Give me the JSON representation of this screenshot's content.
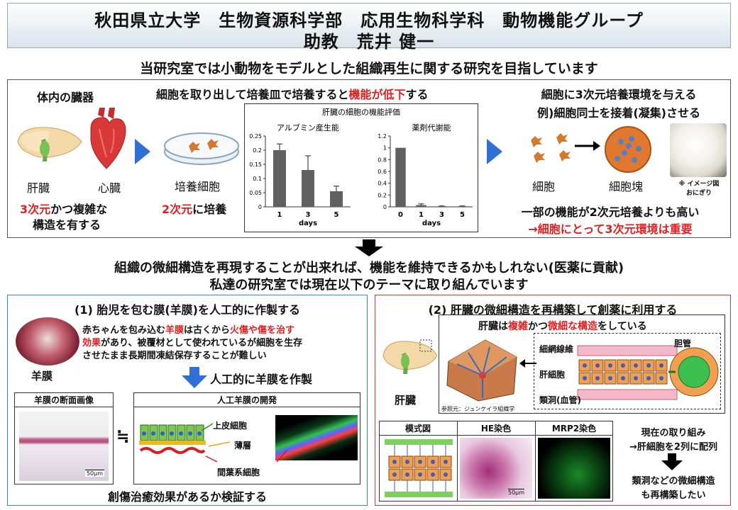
{
  "header": {
    "line1": "秋田県立大学　生物資源科学部　応用生物科学科　動物機能グループ",
    "line2": "助教　荒井 健一"
  },
  "intro": "当研究室では小動物をモデルとした組織再生に関する研究を目指しています",
  "top": {
    "organs_title": "体内の臓器",
    "liver": "肝臓",
    "heart": "心臓",
    "three_d_a": "3次元",
    "three_d_b": "かつ複雑な",
    "three_d_c": "構造を有する",
    "culture_a": "細胞を取り出して培養皿で培養すると",
    "culture_b": "機能が低下",
    "culture_c": "する",
    "cultured_cells": "培養細胞",
    "two_d_a": "2次元",
    "two_d_b": "に培養",
    "right_1": "細胞に3次元培養環境を与える",
    "right_2": "例)細胞同士を接着(凝集)させる",
    "cell": "細胞",
    "cell_mass": "細胞塊",
    "image_note_1": "※ イメージ図",
    "image_note_2": "おにぎり",
    "conclusion_1": "一部の機能が2次元培養よりも高い",
    "conclusion_2": "→細胞にとって3次元環境は重要"
  },
  "chart_data": [
    {
      "type": "bar",
      "title": "肝臓の細胞の機能評価",
      "subtitle": "アルブミン産生能",
      "categories": [
        "1",
        "3",
        "5"
      ],
      "values": [
        0.2,
        0.13,
        0.055
      ],
      "errors": [
        0.022,
        0.05,
        0.018
      ],
      "xlabel": "days",
      "ylim": [
        0,
        0.25
      ],
      "yticks": [
        "0",
        "0.05",
        "0.1",
        "0.15",
        "0.2",
        "0.25"
      ]
    },
    {
      "type": "bar",
      "subtitle": "薬剤代謝能",
      "categories": [
        "0",
        "1",
        "3",
        "5"
      ],
      "values": [
        1.0,
        0.03,
        0.01,
        0.01
      ],
      "errors": [
        0.0,
        0.02,
        0.005,
        0.005
      ],
      "xlabel": "days",
      "ylim": [
        0,
        1.2
      ],
      "yticks": [
        "0",
        "0.2",
        "0.4",
        "0.6",
        "0.8",
        "1",
        "1.2"
      ]
    }
  ],
  "middle": {
    "line1": "組織の微細構造を再現することが出来れば、機能を維持できるかもしれない(医薬に貢献)",
    "line2": "私達の研究室では現在以下のテーマに取り組んでいます"
  },
  "theme1": {
    "title": "(1) 胎児を包む膜(羊膜)を人工的に作製する",
    "desc_a": "赤ちゃんを包み込む",
    "desc_b": "羊膜",
    "desc_c": "は古くから",
    "desc_d": "火傷や傷を治す",
    "desc_e": "効果",
    "desc_f": "があり、被覆材として使われているが細胞を生存",
    "desc_g": "させたまま長期間凍結保存することが難しい",
    "amnion": "羊膜",
    "make": "人工的に羊膜を作製",
    "section_title": "羊膜の断面画像",
    "scale": "50μm",
    "approx": "≒",
    "dev_title": "人工羊膜の開発",
    "epithelial": "上皮細胞",
    "thin": "薄層",
    "mesenchymal": "間葉系細胞",
    "footer": "創傷治癒効果があるか検証する"
  },
  "theme2": {
    "title": "(2) 肝臓の微細構造を再構築して創薬に利用する",
    "liver": "肝臓",
    "struct_a": "肝臓は",
    "struct_b": "複雑",
    "struct_c": "かつ",
    "struct_d": "微細な構造",
    "struct_e": "をしている",
    "bile_canaliculi": "細網線維",
    "bile_duct": "胆管",
    "hepatocyte": "肝細胞",
    "sinusoid": "類洞(血管)",
    "ref": "参照元：ジュンケイラ組織学",
    "model": "模式図",
    "he": "HE染色",
    "mrp2": "MRP2染色",
    "scale": "50μm",
    "now_1": "現在の取り組み",
    "now_2": "→肝細胞を2列に配列",
    "future_1": "類洞などの微細構造",
    "future_2": "も再構築したい"
  }
}
